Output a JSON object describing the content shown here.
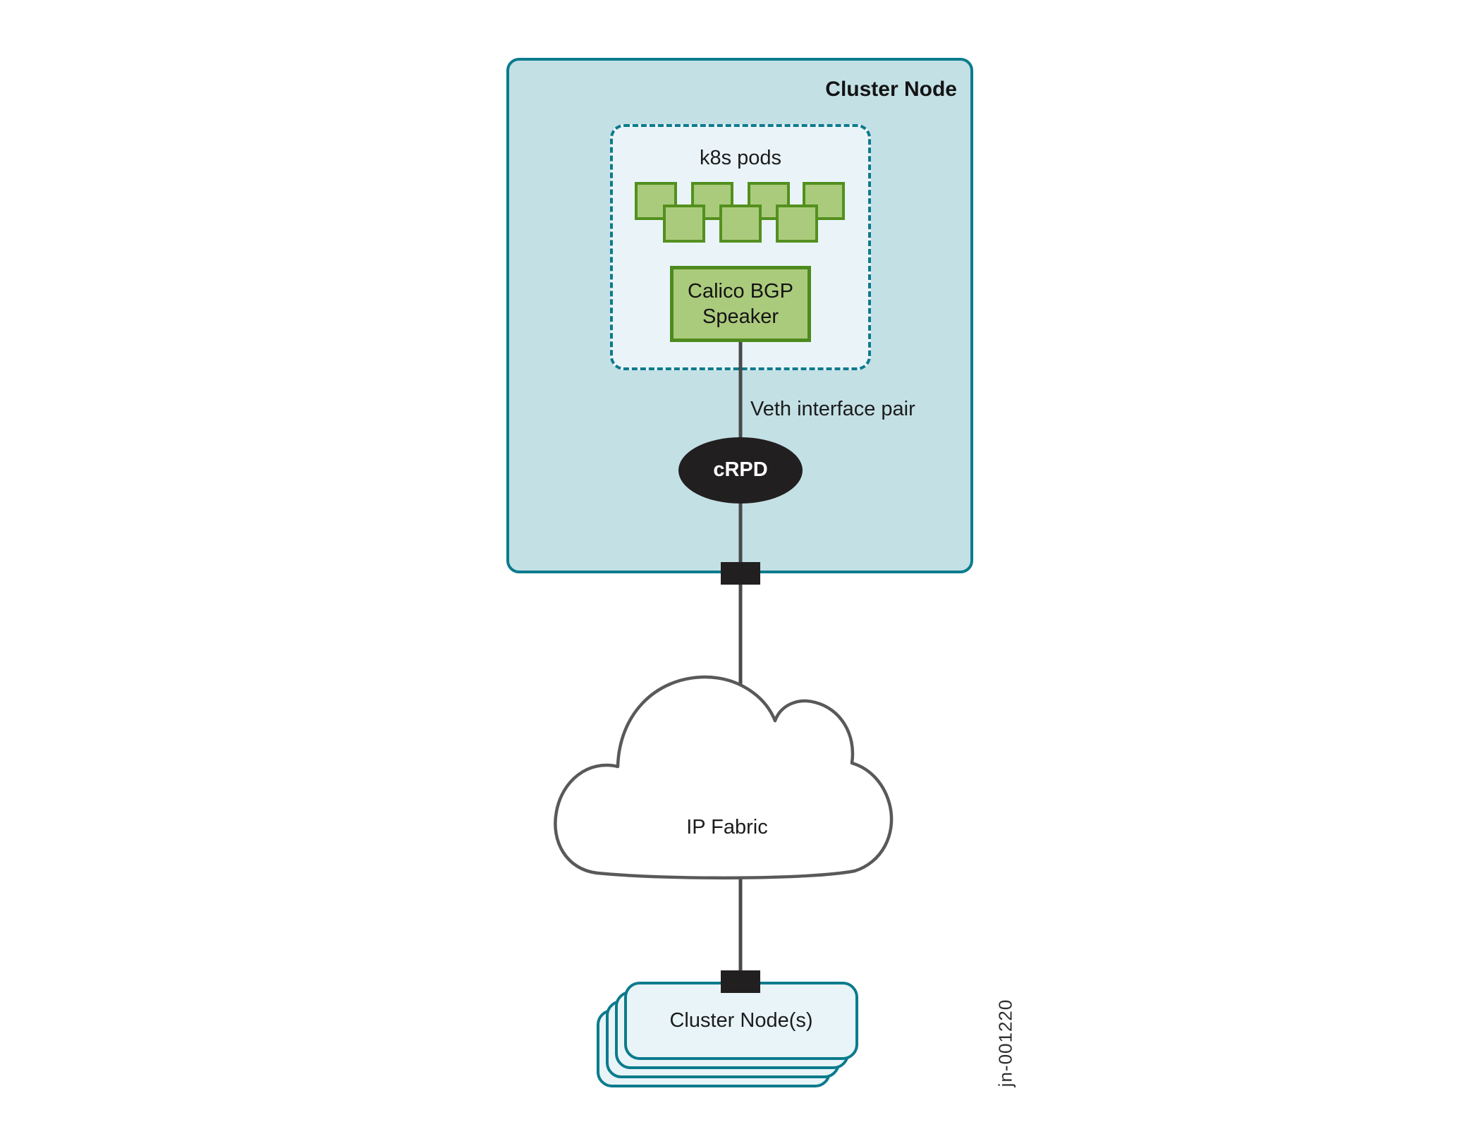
{
  "title": "Cluster Node",
  "figure_id": "jn-001220",
  "nodes": {
    "k8s_pods_group": {
      "label": "k8s pods",
      "pod_count": 7
    },
    "calico_speaker": {
      "label": "Calico BGP Speaker"
    },
    "crpd": {
      "label": "cRPD"
    },
    "ip_fabric": {
      "label": "IP Fabric"
    },
    "remote_cluster_nodes": {
      "label": "Cluster Node(s)",
      "stack_count": 4
    }
  },
  "edges": {
    "veth_pair": {
      "label": "Veth interface pair"
    }
  },
  "colors": {
    "teal_border": "#0c7b8d",
    "cluster_fill": "#c3e0e5",
    "pods_panel_fill": "#eaf4f8",
    "pod_green_fill": "#abcb7c",
    "pod_green_border": "#53901f",
    "calico_border": "#4d8a1d",
    "connector_gray": "#4a4a4a",
    "cloud_outline": "#595959",
    "node_black": "#221f20",
    "stack_fill": "#e8f4f7",
    "text_dark": "#1c1c1c",
    "text_white": "#ffffff"
  }
}
